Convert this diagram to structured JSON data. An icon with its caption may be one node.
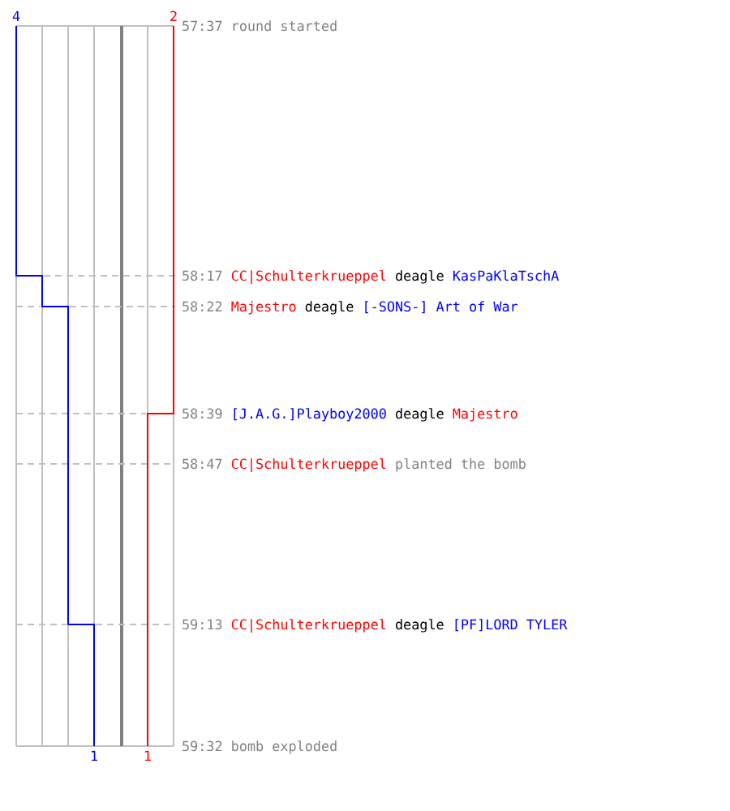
{
  "diagram": {
    "labels": [
      "4",
      "2",
      "57:37",
      "round started",
      "58:17",
      "CC|Schulterkrueppel",
      "deagle",
      "KasPaKlaTschA",
      "58:22",
      "Majestro",
      "deagle",
      "[-SONS-] Art of War",
      "58:39",
      "[J.A.G.]Playboy2000",
      "deagle",
      "Majestro",
      "58:47",
      "CC|Schulterkrueppel",
      "planted the bomb",
      "59:13",
      "CC|Schulterkrueppel",
      "deagle",
      "[PF]LORD TYLER",
      "59:32",
      "bomb exploded",
      "1",
      "1"
    ]
  }
}
